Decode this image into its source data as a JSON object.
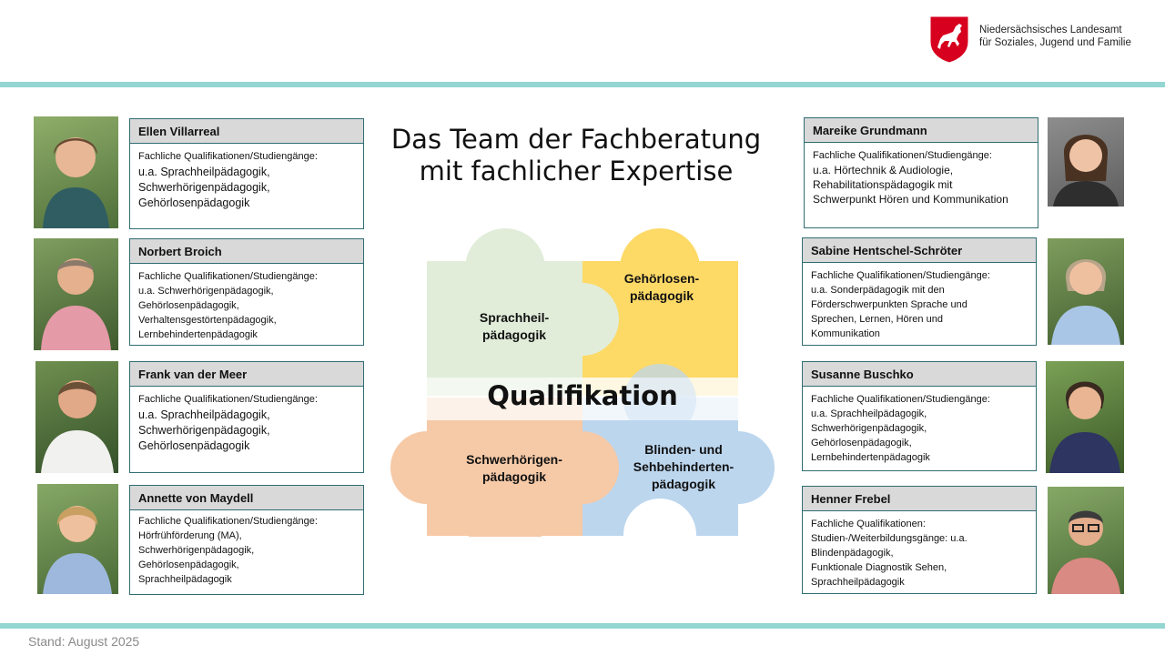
{
  "header": {
    "org_line1": "Niedersächsisches Landesamt",
    "org_line2": "für Soziales, Jugend und Familie"
  },
  "title_line1": "Das Team der Fachberatung",
  "title_line2": "mit fachlicher Expertise",
  "puzzle": {
    "top_left": [
      "Sprachheil-",
      "pädagogik"
    ],
    "top_right": [
      "Gehörlosen-",
      "pädagogik"
    ],
    "bottom_left": [
      "Schwerhörigen-",
      "pädagogik"
    ],
    "bottom_right": [
      "Blinden- und",
      "Sehbehinderten-",
      "pädagogik"
    ],
    "center": "Qualifikation"
  },
  "left_team": [
    {
      "name": "Ellen Villarreal",
      "lines": [
        "Fachliche Qualifikationen/Studiengänge:",
        "u.a. Sprachheilpädagogik,",
        "Schwerhörigenpädagogik,",
        "Gehörlosenpädagogik"
      ]
    },
    {
      "name": "Norbert Broich",
      "lines": [
        "Fachliche Qualifikationen/Studiengänge:",
        "u.a. Schwerhörigenpädagogik,",
        "Gehörlosenpädagogik,",
        "Verhaltensgestörtenpädagogik,",
        "Lernbehindertenpädagogik"
      ]
    },
    {
      "name": "Frank van der Meer",
      "lines": [
        "Fachliche Qualifikationen/Studiengänge:",
        "u.a. Sprachheilpädagogik,",
        "Schwerhörigenpädagogik,",
        "Gehörlosenpädagogik"
      ]
    },
    {
      "name": "Annette von Maydell",
      "lines": [
        "Fachliche Qualifikationen/Studiengänge:",
        "Hörfrühförderung (MA),",
        "Schwerhörigenpädagogik,",
        "Gehörlosenpädagogik,",
        "Sprachheilpädagogik"
      ]
    }
  ],
  "right_team": [
    {
      "name": "Mareike Grundmann",
      "lines": [
        "Fachliche Qualifikationen/Studiengänge:",
        "u.a. Hörtechnik & Audiologie,",
        "Rehabilitationspädagogik mit",
        "Schwerpunkt Hören und Kommunikation"
      ]
    },
    {
      "name": "Sabine Hentschel-Schröter",
      "lines": [
        "Fachliche Qualifikationen/Studiengänge:",
        "u.a. Sonderpädagogik mit den",
        "Förderschwerpunkten Sprache und",
        "Sprechen, Lernen, Hören und",
        "Kommunikation"
      ]
    },
    {
      "name": "Susanne Buschko",
      "lines": [
        "Fachliche Qualifikationen/Studiengänge:",
        "u.a. Sprachheilpädagogik,",
        "Schwerhörigenpädagogik,",
        "Gehörlosenpädagogik,",
        "Lernbehindertenpädagogik"
      ]
    },
    {
      "name": "Henner Frebel",
      "lines": [
        "Fachliche Qualifikationen:",
        "Studien-/Weiterbildungsgänge: u.a.",
        "Blindenpädagogik,",
        "Funktionale Diagnostik Sehen,",
        "Sprachheilpädagogik"
      ]
    }
  ],
  "footer": {
    "stand": "Stand: August 2025"
  },
  "colors": {
    "accent_bar": "#93d6d2",
    "card_border": "#2f6d72",
    "green": "#e1edd9",
    "yellow": "#fdd966",
    "orange": "#f6c9a7",
    "blue": "#bcd6ee"
  }
}
